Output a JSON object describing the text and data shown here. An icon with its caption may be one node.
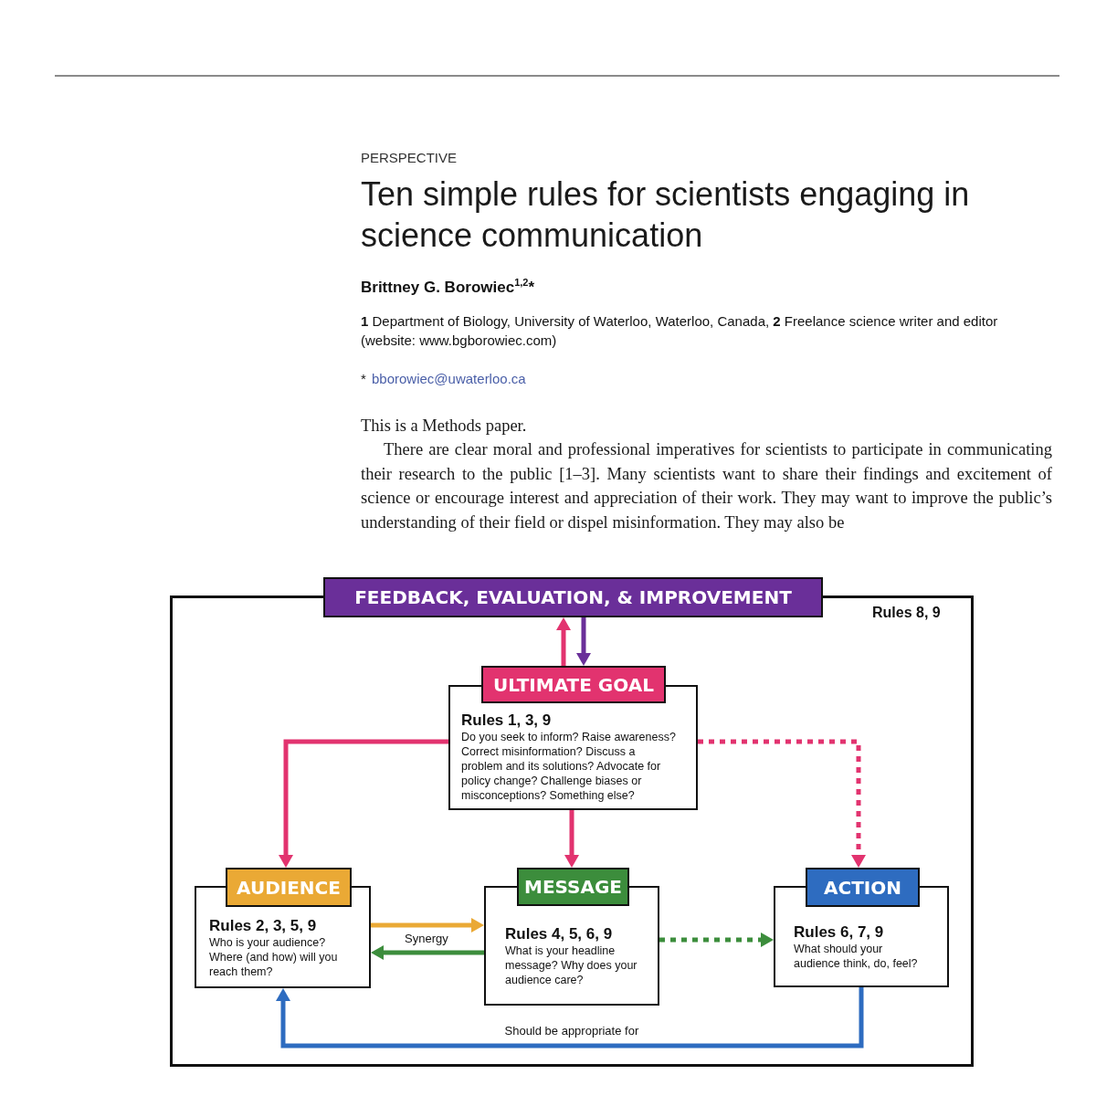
{
  "diagram": {
    "title": "Ten simple rules for scientists engaging in science communication",
    "nodes": [
      {
        "text": [
          "Rules 8, 9"
        ]
      },
      {
        "text": [
          "FEEDBACK, EVALUATION, & IMPROVEMENT"
        ]
      },
      {
        "text": [
          "ULTIMATE GOAL",
          "Rules 1, 3, 9",
          "Do you seek to inform? Raise awareness? Correct misinformation? Discuss a problem and its solutions? Advocate for policy change? Challenge biases or misconceptions? Something else?"
        ],
        "in": 0
      },
      {
        "text": [
          "AUDIENCE",
          "Rules 2, 3, 5, 9",
          "Who is your audience? Where (and how) will you reach them?"
        ],
        "in": 0
      },
      {
        "text": [
          "MESSAGE",
          "Rules 4, 5, 6, 9",
          "What is your headline message? Why does your audience care?"
        ],
        "in": 0
      },
      {
        "text": [
          "ACTION",
          "Rules 6, 7, 9",
          "What should your audience think, do, feel?"
        ],
        "in": 0
      }
    ],
    "edges": [
      {
        "from": 2,
        "to": 1,
        "arrow": "to"
      },
      {
        "from": 1,
        "to": 2,
        "arrow": "to",
        "color": "#6a2f99"
      },
      {
        "from": 2,
        "to": 3,
        "arrow": "to"
      },
      {
        "from": 2,
        "to": 4,
        "arrow": "to"
      },
      {
        "from": 2,
        "to": 5,
        "arrow": "to",
        "style": "dashed"
      },
      {
        "from": 3,
        "to": 4,
        "arrow": "to",
        "color": "#eaa935",
        "label": "Synergy"
      },
      {
        "from": 4,
        "to": 3,
        "arrow": "to",
        "color": "#3c8d3c"
      },
      {
        "from": 4,
        "to": 5,
        "arrow": "to",
        "style": "dashed",
        "color": "#3c8d3c"
      },
      {
        "from": 5,
        "to": 3,
        "arrow": "to",
        "color": "#2e6cc0",
        "label": "Should be appropriate for"
      }
    ],
    "labels": [
      "PERSPECTIVE",
      "Brittney G. Borowiec$^{1,2}$*",
      "**1** Department of Biology, University of Waterloo, Waterloo, Canada, **2** Freelance science writer and editor (website: www.bgborowiec.com)",
      "*",
      "bborowiec@uwaterloo.ca",
      "This is a Methods paper.",
      "There are clear moral and professional imperatives for scientists to participate in communicating their research to the public [1–3]. Many scientists want to share their findings and excitement of science or encourage interest and appreciation of their work. They may want to improve the public’s understanding of their field or dispel misinformation. They may also be"
    ]
  }
}
